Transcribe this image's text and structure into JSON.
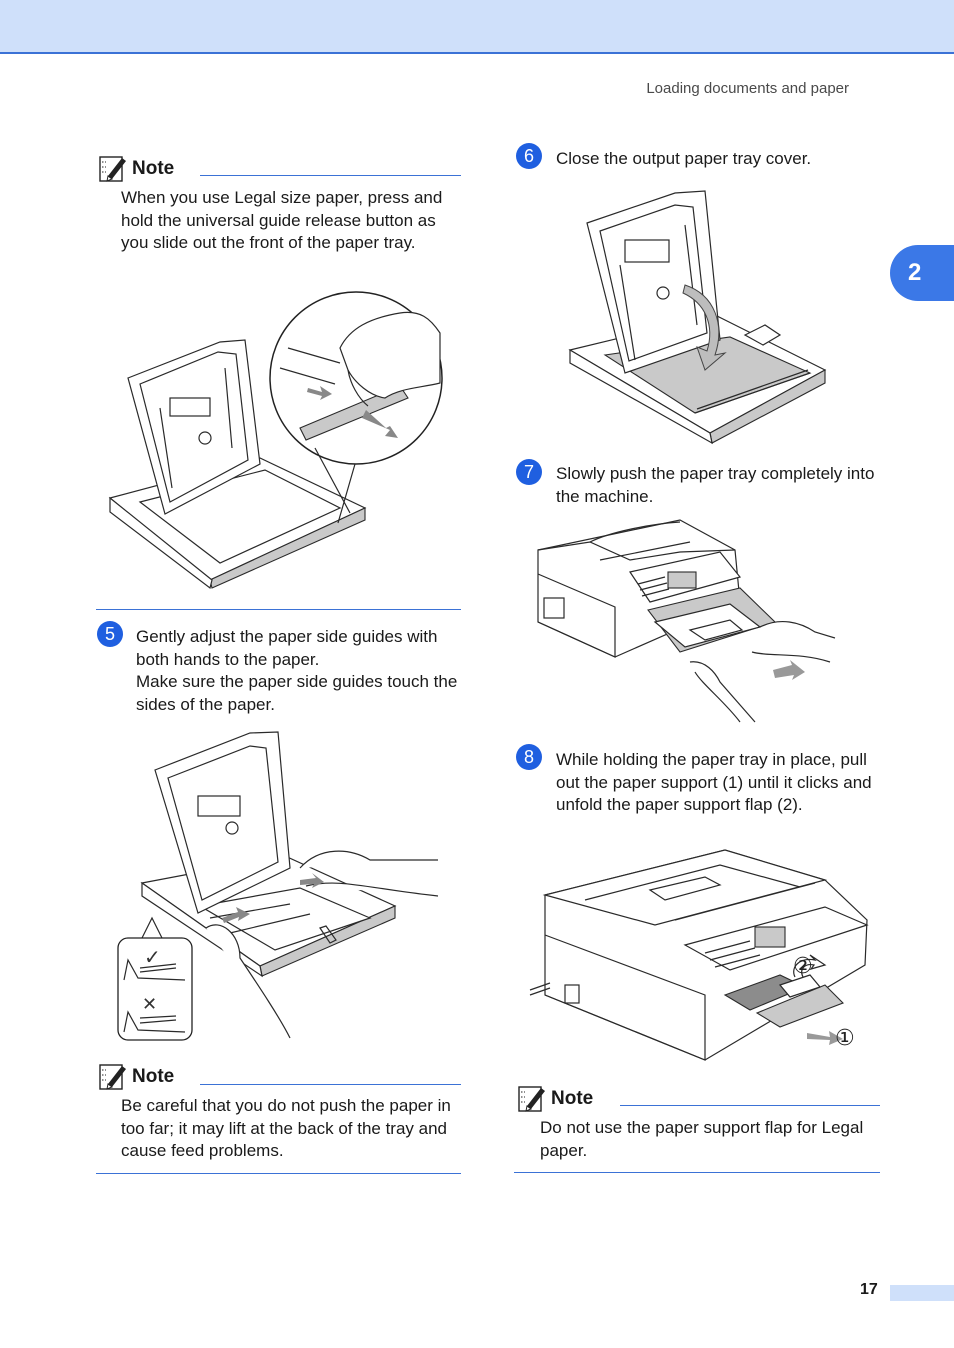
{
  "header": {
    "running_title": "Loading documents and paper",
    "chapter_number": "2"
  },
  "note_label": "Note",
  "left": {
    "note1_text": "When you use Legal size paper, press and hold the universal guide release button as you slide out the front of the paper tray.",
    "step5": {
      "number": "5",
      "line1": "Gently adjust the paper side guides with both hands to the paper.",
      "line2": "Make sure the paper side guides touch the sides of the paper."
    },
    "note2_text": "Be careful that you do not push the paper in too far; it may lift at the back of the tray and cause feed problems."
  },
  "right": {
    "step6": {
      "number": "6",
      "text": "Close the output paper tray cover."
    },
    "step7": {
      "number": "7",
      "text": "Slowly push the paper tray completely into the machine."
    },
    "step8": {
      "number": "8",
      "text": "While holding the paper tray in place, pull out the paper support (1) until it clicks and unfold the paper support flap (2)."
    },
    "note3_text": "Do not use the paper support flap for Legal paper.",
    "callouts": {
      "one": "①",
      "two": "②"
    }
  },
  "marks": {
    "check": "✓",
    "cross": "✕"
  },
  "footer": {
    "page_number": "17"
  },
  "colors": {
    "accent_blue": "#3b72d6",
    "band_light": "#cfe0fa",
    "badge_blue": "#1f5fe0"
  },
  "icons": [
    "note-pencil-icon",
    "arrow-icon"
  ]
}
